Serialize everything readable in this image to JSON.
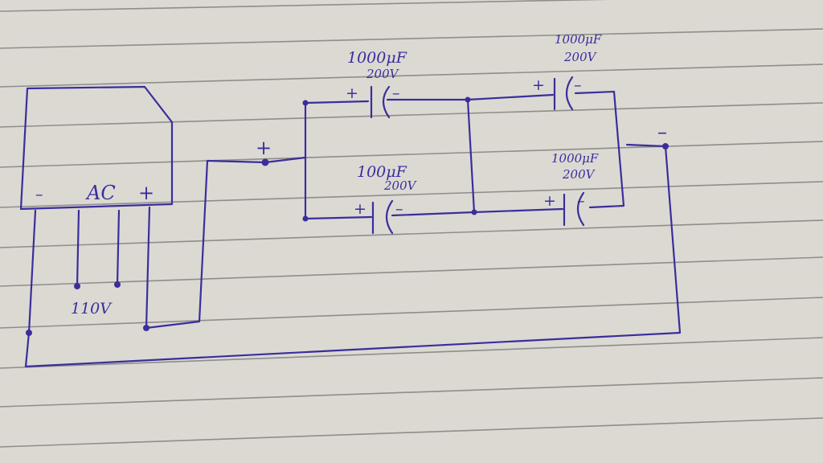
{
  "rectifier": {
    "minus": "–",
    "ac": "AC",
    "plus": "+"
  },
  "input_voltage": "110V",
  "dc_output": {
    "plus": "+",
    "minus": "–"
  },
  "capacitors": [
    {
      "value": "1000μF",
      "voltage": "200V",
      "plus": "+",
      "minus": "–"
    },
    {
      "value": "1000μF",
      "voltage": "200V",
      "plus": "+",
      "minus": "–"
    },
    {
      "value": "100μF",
      "voltage": "200V",
      "plus": "+",
      "minus": "–"
    },
    {
      "value": "1000μF",
      "voltage": "200V",
      "plus": "+",
      "minus": "–"
    }
  ],
  "colors": {
    "ink": "#3a2e9c",
    "paper": "#dcd9d3",
    "rule_lines": "#8f8d8c"
  }
}
